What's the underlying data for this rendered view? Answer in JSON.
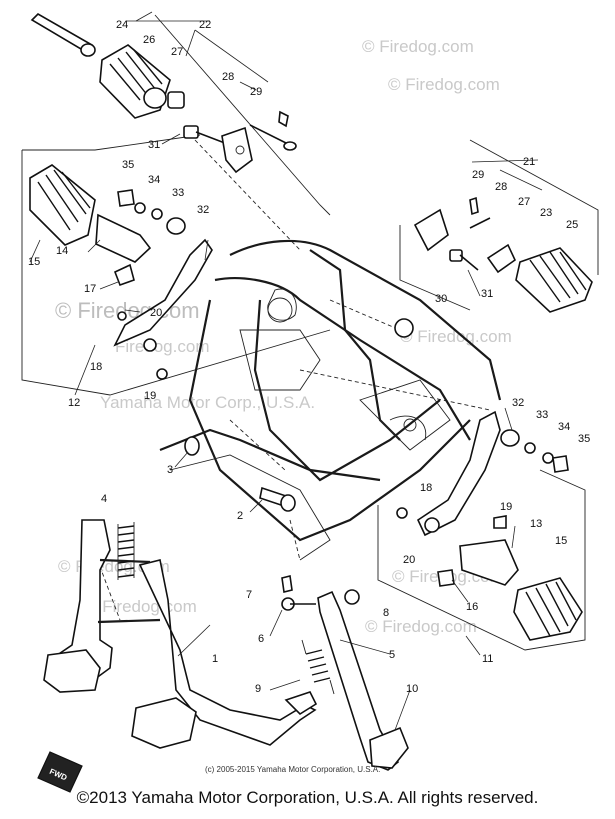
{
  "diagram": {
    "parts": [
      {
        "number": "1"
      },
      {
        "number": "2"
      },
      {
        "number": "3"
      },
      {
        "number": "4"
      },
      {
        "number": "5"
      },
      {
        "number": "6"
      },
      {
        "number": "7"
      },
      {
        "number": "8"
      },
      {
        "number": "9"
      },
      {
        "number": "10"
      },
      {
        "number": "11"
      },
      {
        "number": "12"
      },
      {
        "number": "13"
      },
      {
        "number": "14"
      },
      {
        "number": "15"
      },
      {
        "number": "15"
      },
      {
        "number": "16"
      },
      {
        "number": "17"
      },
      {
        "number": "18"
      },
      {
        "number": "18"
      },
      {
        "number": "19"
      },
      {
        "number": "19"
      },
      {
        "number": "20"
      },
      {
        "number": "20"
      },
      {
        "number": "21"
      },
      {
        "number": "22"
      },
      {
        "number": "23"
      },
      {
        "number": "24"
      },
      {
        "number": "25"
      },
      {
        "number": "26"
      },
      {
        "number": "27"
      },
      {
        "number": "27"
      },
      {
        "number": "28"
      },
      {
        "number": "28"
      },
      {
        "number": "29"
      },
      {
        "number": "29"
      },
      {
        "number": "30"
      },
      {
        "number": "31"
      },
      {
        "number": "31"
      },
      {
        "number": "32"
      },
      {
        "number": "32"
      },
      {
        "number": "33"
      },
      {
        "number": "33"
      },
      {
        "number": "34"
      },
      {
        "number": "34"
      },
      {
        "number": "35"
      },
      {
        "number": "35"
      }
    ],
    "fwd_label": "FWD",
    "watermarks": {
      "site": "© Firedog.com",
      "site_short": "Firedog.com",
      "corp": "Yamaha Motor Corp., U.S.A."
    }
  },
  "footer": {
    "small_credit": "(c) 2005-2015 Yamaha Motor Corporation, U.S.A.",
    "copyright": "©2013 Yamaha Motor Corporation, U.S.A. All rights reserved."
  }
}
